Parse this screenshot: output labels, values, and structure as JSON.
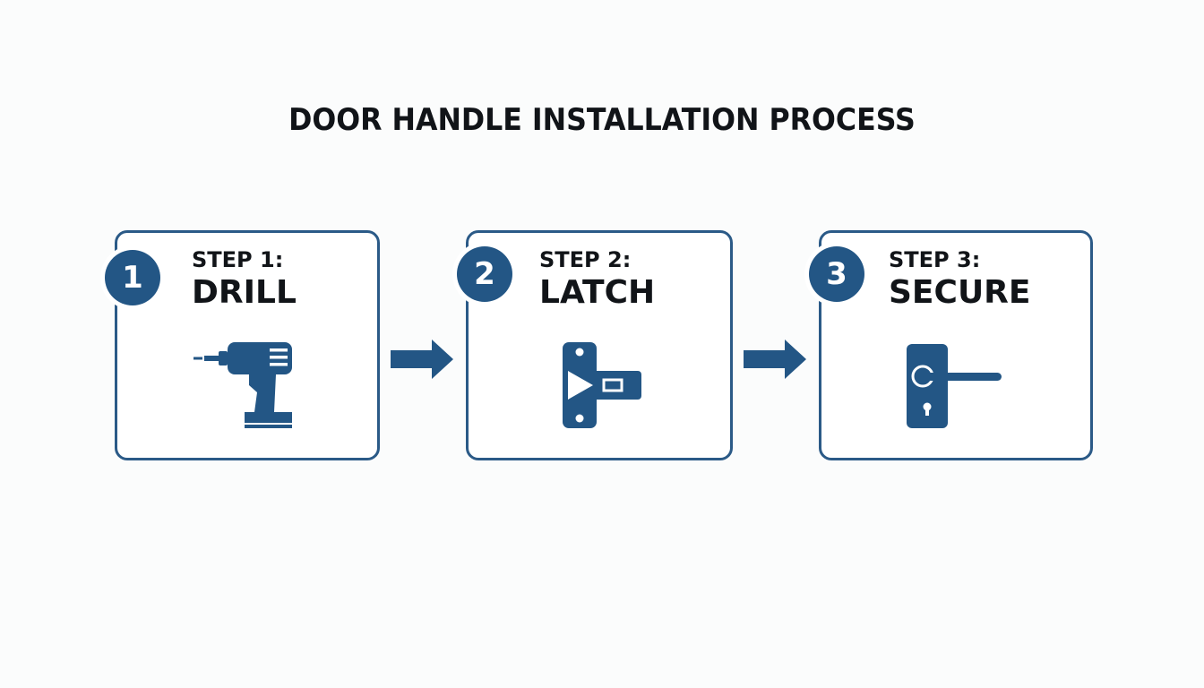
{
  "title": "DOOR HANDLE INSTALLATION PROCESS",
  "colors": {
    "accent": "#235685",
    "text": "#111418",
    "border": "#2b5a87"
  },
  "steps": [
    {
      "number": "1",
      "label": "STEP 1:",
      "name": "DRILL",
      "icon": "drill-icon"
    },
    {
      "number": "2",
      "label": "STEP 2:",
      "name": "LATCH",
      "icon": "latch-icon"
    },
    {
      "number": "3",
      "label": "STEP 3:",
      "name": "SECURE",
      "icon": "door-handle-icon"
    }
  ]
}
